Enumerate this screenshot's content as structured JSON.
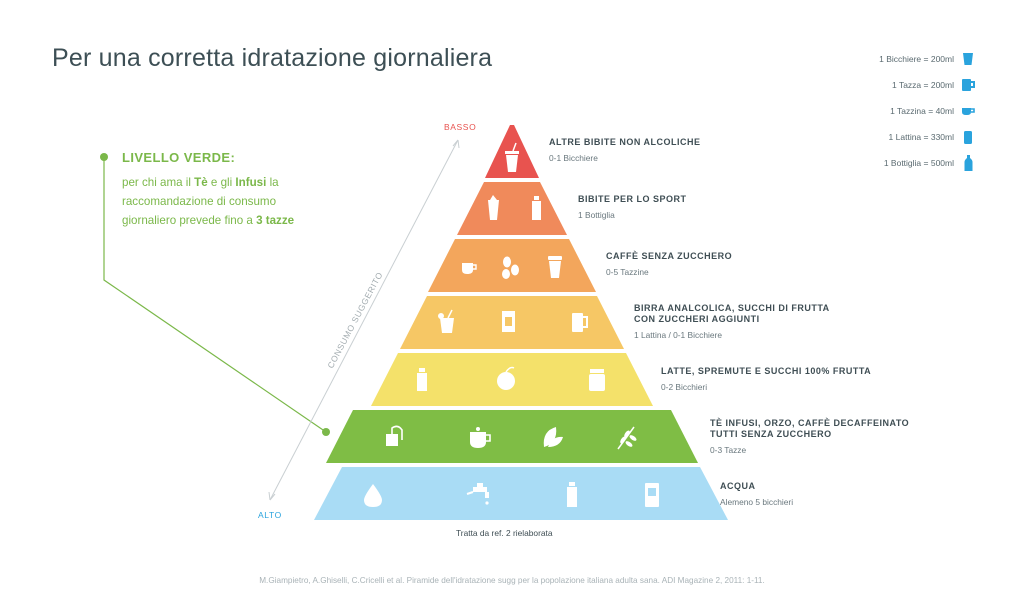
{
  "title": "Per una corretta idratazione giornaliera",
  "legend": [
    {
      "label": "1 Bicchiere = 200ml",
      "icon": "glass-icon"
    },
    {
      "label": "1 Tazza = 200ml",
      "icon": "mug-icon"
    },
    {
      "label": "1 Tazzina = 40ml",
      "icon": "espresso-cup-icon"
    },
    {
      "label": "1 Lattina = 330ml",
      "icon": "can-icon"
    },
    {
      "label": "1 Bottiglia = 500ml",
      "icon": "bottle-icon"
    }
  ],
  "callout": {
    "title": "LIVELLO VERDE:",
    "text_1": "per chi ama il ",
    "te": "Tè",
    "text_2": " e gli ",
    "infusi": "Infusi",
    "text_3": " la raccomandazione di consumo giornaliero prevede fino a ",
    "tazze": "3 tazze"
  },
  "axis": {
    "top": "BASSO",
    "bottom": "ALTO",
    "label": "CONSUMO SUGGERITO"
  },
  "levels": [
    {
      "title": "ALTRE BIBITE NON ALCOLICHE",
      "subtitle": "0-1 Bicchiere",
      "color": "#e8534f",
      "icons": [
        "soda-cup-icon"
      ]
    },
    {
      "title": "BIBITE PER LO SPORT",
      "subtitle": "1 Bottiglia",
      "color": "#f08a5b",
      "icons": [
        "shaker-icon",
        "sport-bottle-icon"
      ]
    },
    {
      "title": "CAFFÈ SENZA ZUCCHERO",
      "subtitle": "0-5 Tazzine",
      "color": "#f3a65c",
      "icons": [
        "espresso-icon",
        "coffee-beans-icon",
        "takeaway-cup-icon"
      ]
    },
    {
      "title": "BIRRA ANALCOLICA, SUCCHI DI FRUTTA",
      "title2": "CON ZUCCHERI AGGIUNTI",
      "subtitle": "1 Lattina / 0-1 Bicchiere",
      "color": "#f6c765",
      "icons": [
        "juice-glass-icon",
        "juice-box-icon",
        "beer-mug-icon"
      ]
    },
    {
      "title": "LATTE, SPREMUTE E SUCCHI 100% FRUTTA",
      "subtitle": "0-2 Bicchieri",
      "color": "#f4e16a",
      "icons": [
        "milk-bottle-icon",
        "orange-icon",
        "juice-jar-icon"
      ]
    },
    {
      "title": "TÈ INFUSI, ORZO, CAFFÈ DECAFFEINATO",
      "title2": "TUTTI SENZA ZUCCHERO",
      "subtitle": "0-3 Tazze",
      "color": "#7fbd45",
      "icons": [
        "teapot-icon",
        "tea-cup-icon",
        "tea-leaves-icon",
        "barley-icon"
      ]
    },
    {
      "title": "ACQUA",
      "subtitle": "Alemeno 5 bicchieri",
      "color": "#a9dcf5",
      "icons": [
        "water-drop-icon",
        "tap-icon",
        "water-bottle-icon",
        "water-dispenser-icon"
      ]
    }
  ],
  "note": "Tratta da ref. 2 rielaborata",
  "source": "M.Giampietro, A.Ghiselli, C.Cricelli et al. Piramide dell'idratazione sugg per la popolazione italiana adulta sana. ADI Magazine 2, 2011: 1-11."
}
